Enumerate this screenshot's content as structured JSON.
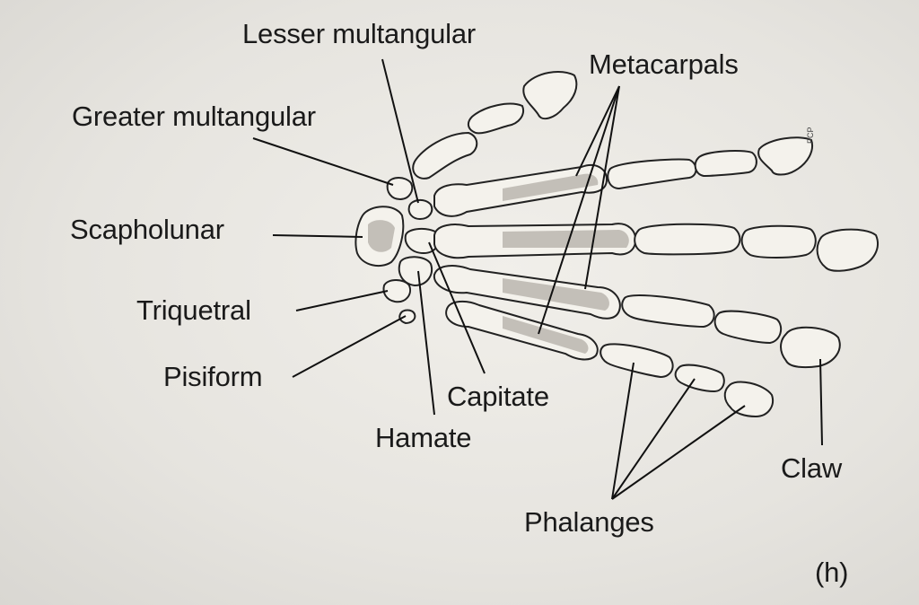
{
  "labels": {
    "lesser_multangular": "Lesser multangular",
    "metacarpals": "Metacarpals",
    "greater_multangular": "Greater multangular",
    "scapholunar": "Scapholunar",
    "triquetral": "Triquetral",
    "pisiform": "Pisiform",
    "capitate": "Capitate",
    "hamate": "Hamate",
    "claw": "Claw",
    "phalanges": "Phalanges",
    "panel": "(h)",
    "initials": "PCP"
  }
}
